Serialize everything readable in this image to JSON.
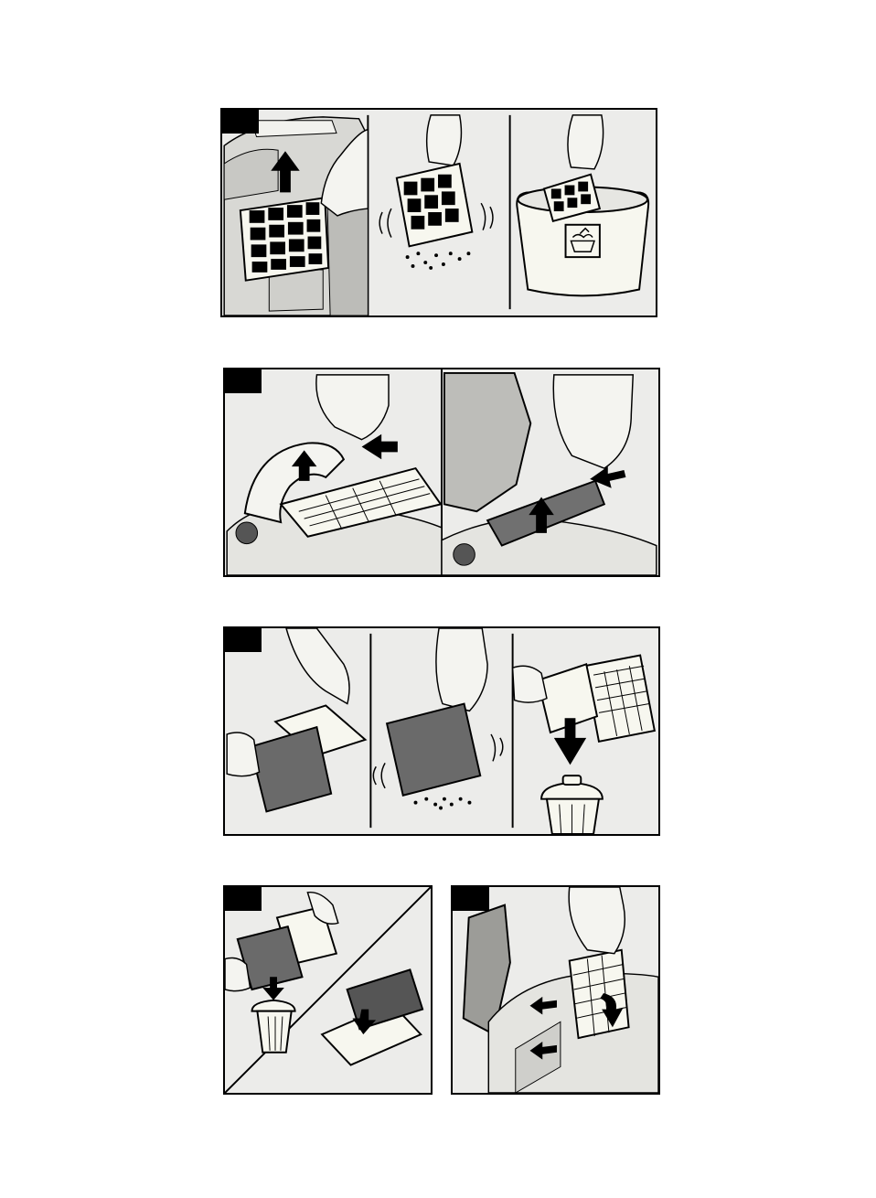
{
  "figures": [
    {
      "id": "figure-1",
      "step_label": ""
    },
    {
      "id": "figure-2",
      "step_label": ""
    },
    {
      "id": "figure-3",
      "step_label": ""
    },
    {
      "id": "figure-4",
      "step_label": ""
    },
    {
      "id": "figure-5",
      "step_label": ""
    }
  ],
  "icons": {
    "arrow": "arrow-icon",
    "wash_symbol": "hand-wash-icon",
    "trash_bin": "trash-bin-icon",
    "filter": "filter-icon",
    "hand": "hand-icon",
    "dust": "dust-particles-icon"
  },
  "colors": {
    "panel_background": "#ececea",
    "outline": "#000000",
    "filter_dark": "#6a6a6a",
    "filter_light": "#f7f7ef"
  }
}
